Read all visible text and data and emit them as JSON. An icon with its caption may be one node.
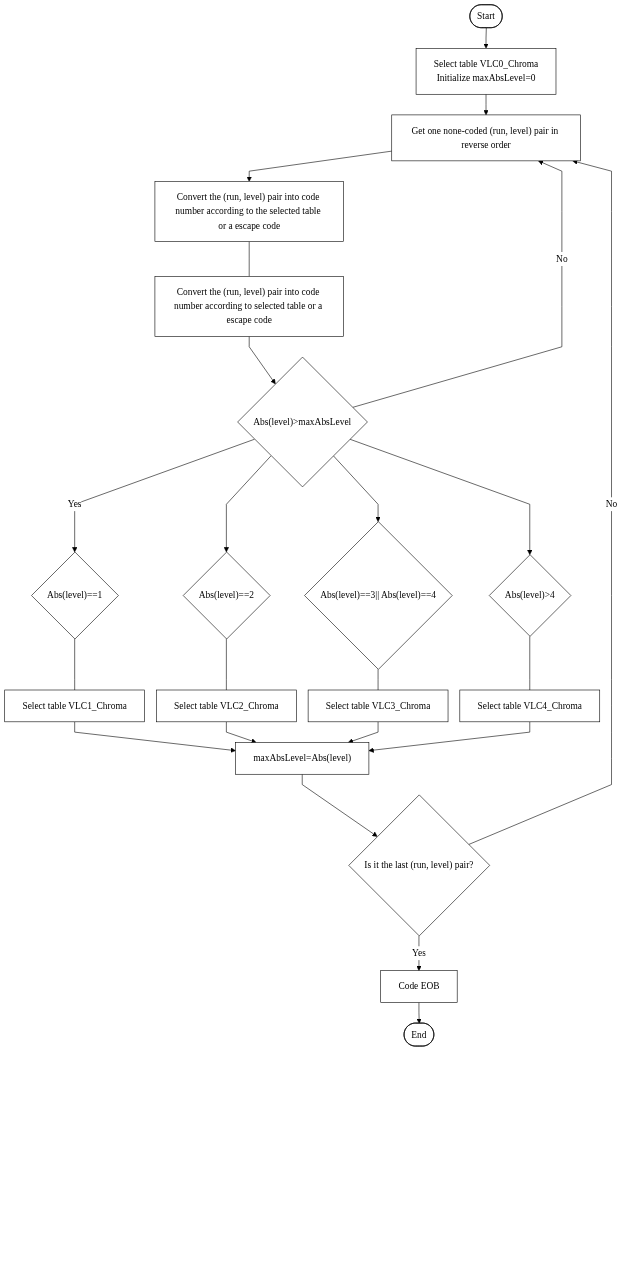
{
  "diagram": {
    "nodes": [
      {
        "text": [
          "Start"
        ]
      },
      {
        "text": [
          "Select table VLC0_Chroma",
          "Initialize maxAbsLevel=0"
        ]
      },
      {
        "text": [
          "Get one none-coded (run, level) pair in reverse order"
        ]
      },
      {
        "text": [
          "Convert the (run, level) pair into code number according to the selected table or a escape code"
        ]
      },
      {
        "text": [
          "Convert the (run, level) pair into code number according to selected table or a escape code"
        ]
      },
      {
        "text": [
          "Abs(level)>maxAbsLevel"
        ]
      },
      {
        "text": [
          "Abs(level)==1"
        ]
      },
      {
        "text": [
          "Abs(level)==2"
        ]
      },
      {
        "text": [
          "Abs(level)==3|| Abs(level)==4"
        ]
      },
      {
        "text": [
          "Abs(level)>4"
        ]
      },
      {
        "text": [
          "Select table VLC1_Chroma"
        ]
      },
      {
        "text": [
          "Select table VLC2_Chroma"
        ]
      },
      {
        "text": [
          "Select table VLC3_Chroma"
        ]
      },
      {
        "text": [
          "Select table VLC4_Chroma"
        ]
      },
      {
        "text": [
          "maxAbsLevel=Abs(level)"
        ]
      },
      {
        "text": [
          "Is it the last (run, level) pair?"
        ]
      },
      {
        "text": [
          "Code EOB"
        ]
      },
      {
        "text": [
          "End"
        ]
      }
    ],
    "edges": [
      {
        "from": 0,
        "to": 1,
        "arrow": "to"
      },
      {
        "from": 1,
        "to": 2,
        "arrow": "to"
      },
      {
        "from": 2,
        "to": 3,
        "arrow": "to"
      },
      {
        "from": 3,
        "to": 4,
        "arrow": "none"
      },
      {
        "from": 4,
        "to": 5,
        "arrow": "to"
      },
      {
        "from": 5,
        "to": 2,
        "label": "No",
        "arrow": "to"
      },
      {
        "from": 5,
        "to": 6,
        "label": "Yes",
        "arrow": "to"
      },
      {
        "from": 5,
        "to": 7,
        "arrow": "to"
      },
      {
        "from": 5,
        "to": 8,
        "arrow": "to"
      },
      {
        "from": 5,
        "to": 9,
        "arrow": "to"
      },
      {
        "from": 6,
        "to": 10,
        "arrow": "none"
      },
      {
        "from": 7,
        "to": 11,
        "arrow": "none"
      },
      {
        "from": 8,
        "to": 12,
        "arrow": "none"
      },
      {
        "from": 9,
        "to": 13,
        "arrow": "none"
      },
      {
        "from": 10,
        "to": 14,
        "arrow": "to"
      },
      {
        "from": 11,
        "to": 14,
        "arrow": "to"
      },
      {
        "from": 12,
        "to": 14,
        "arrow": "to"
      },
      {
        "from": 13,
        "to": 14,
        "arrow": "to"
      },
      {
        "from": 14,
        "to": 15,
        "arrow": "to"
      },
      {
        "from": 15,
        "to": 2,
        "label": "No",
        "arrow": "to"
      },
      {
        "from": 15,
        "to": 16,
        "label": "Yes",
        "arrow": "to"
      },
      {
        "from": 16,
        "to": 17,
        "arrow": "to"
      }
    ]
  }
}
